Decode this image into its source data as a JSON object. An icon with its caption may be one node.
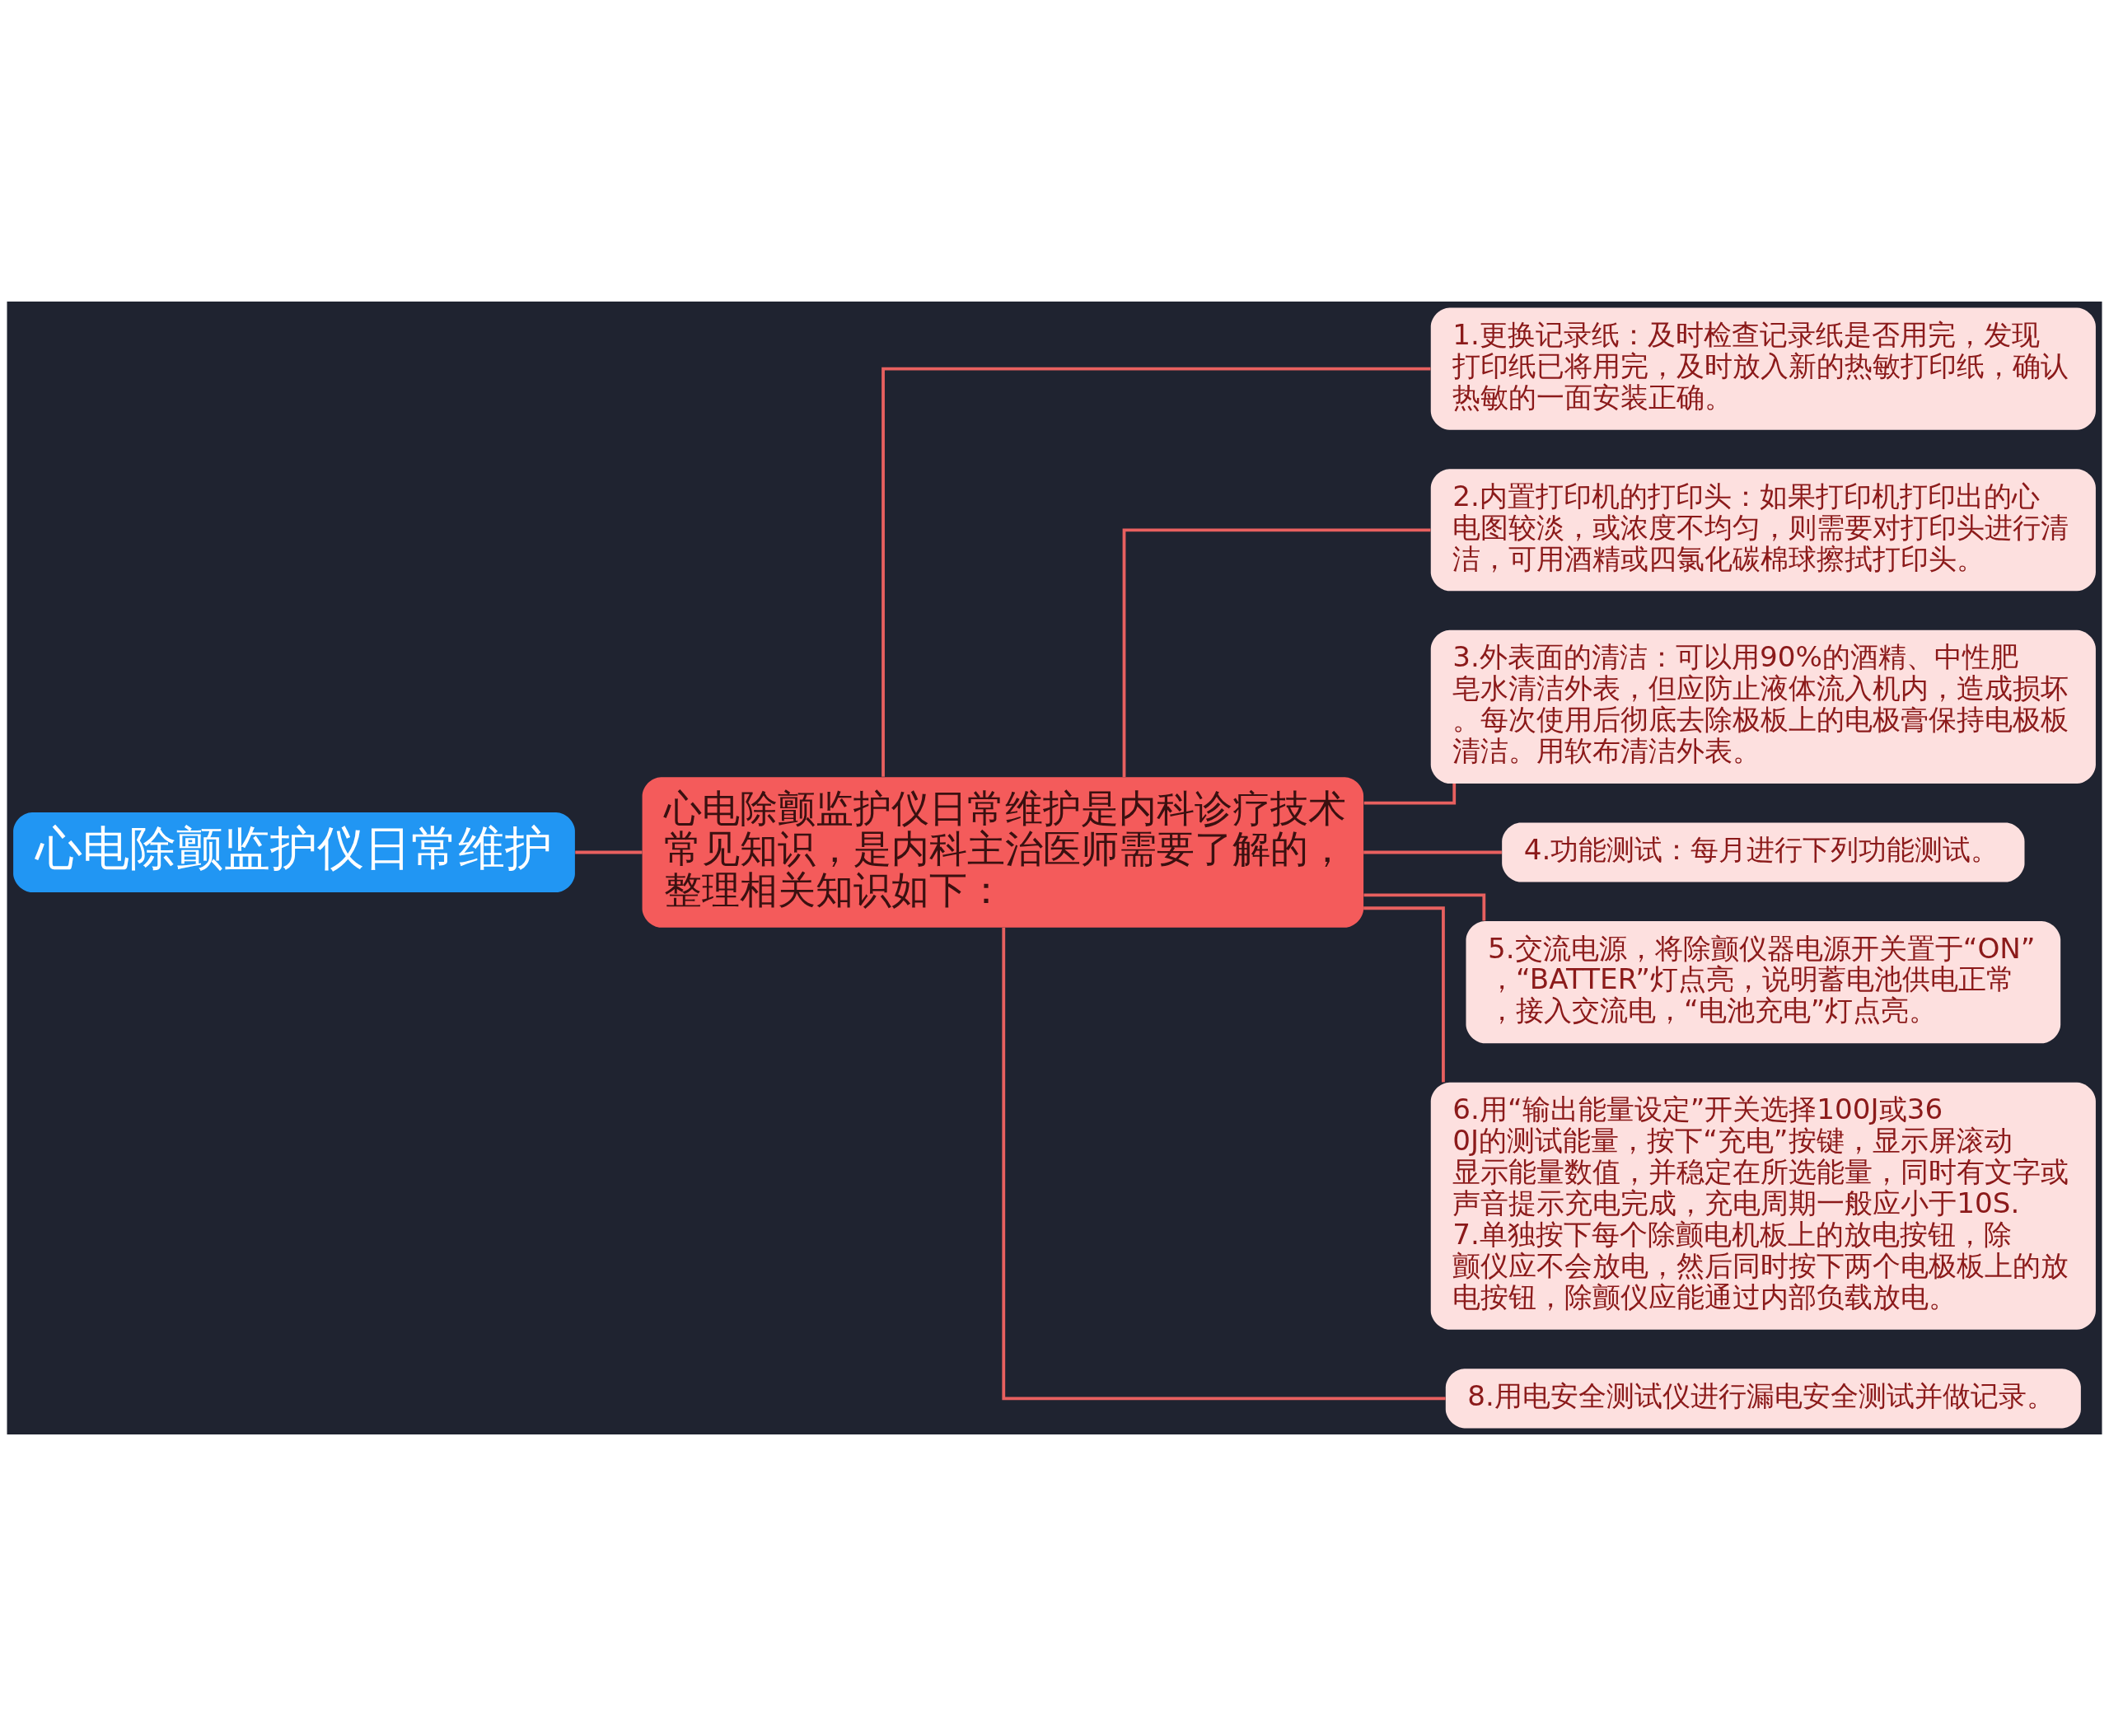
{
  "diagram": {
    "nodes": [
      {
        "text": [
          "心电除颤监护仪日常维护"
        ]
      },
      {
        "text": [
          "心电除颤监护仪日常维护是内科诊疗技术常见知识，是内科主治医师需要了解的，整理相关知识如下："
        ]
      },
      {
        "text": [
          "1.更换记录纸：及时检查记录纸是否用完，发现打印纸已将用完，及时放入新的热敏打印纸，确认热敏的一面安装正确。"
        ]
      },
      {
        "text": [
          "2.内置打印机的打印头：如果打印机打印出的心电图较淡，或浓度不均匀，则需要对打印头进行清洁，可用酒精或四氯化碳棉球擦拭打印头。"
        ]
      },
      {
        "text": [
          "3.外表面的清洁：可以用90%的酒精、中性肥皂水清洁外表，但应防止液体流入机内，造成损坏。每次使用后彻底去除极板上的电极膏保持电极板清洁。用软布清洁外表。"
        ]
      },
      {
        "text": [
          "4.功能测试：每月进行下列功能测试。"
        ]
      },
      {
        "text": [
          "5.交流电源，将除颤仪器电源开关置于“ON”，“BATTER”灯点亮，说明蓄电池供电正常，接入交流电，“电池充电”灯点亮。"
        ]
      },
      {
        "text": [
          "6.用“输出能量设定”开关选择100J或360J的测试能量，按下“充电”按键，显示屏滚动显示能量数值，并稳定在所选能量，同时有文字或声音提示充电完成，充电周期一般应小于10S. 7.单独按下每个除颤电机板上的放电按钮，除颤仪应不会放电，然后同时按下两个电极板上的放电按钮，除颤仪应能通过内部负载放电。"
        ]
      },
      {
        "text": [
          "8.用电安全测试仪进行漏电安全测试并做记录。"
        ]
      }
    ],
    "edges": [
      {
        "from": 0,
        "to": 1,
        "arrow": "none"
      },
      {
        "from": 1,
        "to": 2,
        "arrow": "none"
      },
      {
        "from": 1,
        "to": 3,
        "arrow": "none"
      },
      {
        "from": 1,
        "to": 4,
        "arrow": "none"
      },
      {
        "from": 1,
        "to": 5,
        "arrow": "none"
      },
      {
        "from": 1,
        "to": 6,
        "arrow": "none"
      },
      {
        "from": 1,
        "to": 7,
        "arrow": "none"
      },
      {
        "from": 1,
        "to": 8,
        "arrow": "none"
      }
    ]
  }
}
